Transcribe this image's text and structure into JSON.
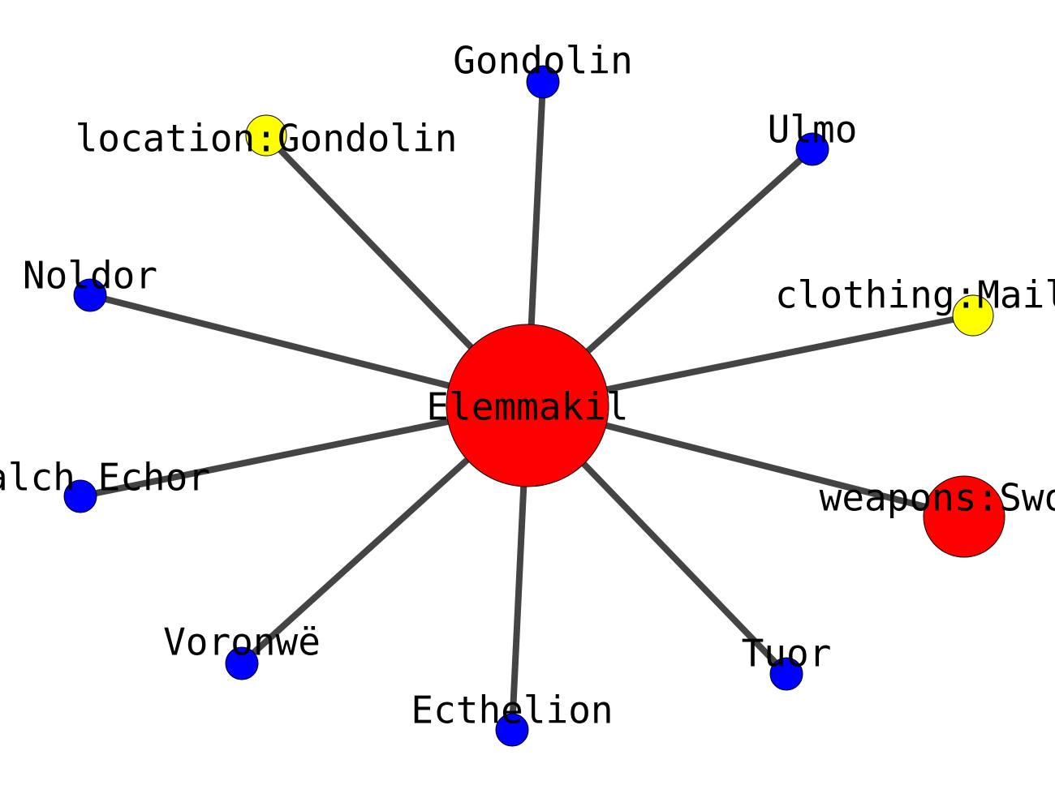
{
  "graph": {
    "center": {
      "id": "Elemmakil",
      "label": "Elemmakil",
      "color": "#ff0000"
    },
    "nodes": [
      {
        "id": "Gondolin",
        "label": "Gondolin",
        "color": "#0000ff"
      },
      {
        "id": "location_gondolin",
        "label": "location:Gondolin",
        "color": "#ffff00"
      },
      {
        "id": "Ulmo",
        "label": "Ulmo",
        "color": "#0000ff"
      },
      {
        "id": "Noldor",
        "label": "Noldor",
        "color": "#0000ff"
      },
      {
        "id": "clothing_mail",
        "label": "clothing:Mail",
        "color": "#ffff00"
      },
      {
        "id": "Glorfalch_Echor",
        "label": "falch Echor",
        "color": "#0000ff"
      },
      {
        "id": "weapons_sword",
        "label": "weapons:Swo",
        "color": "#ff0000"
      },
      {
        "id": "Voronwe",
        "label": "Voronwë",
        "color": "#0000ff"
      },
      {
        "id": "Tuor",
        "label": "Tuor",
        "color": "#0000ff"
      },
      {
        "id": "Ecthelion",
        "label": "Ecthelion",
        "color": "#0000ff"
      }
    ],
    "edges": [
      [
        "Elemmakil",
        "Gondolin"
      ],
      [
        "Elemmakil",
        "location_gondolin"
      ],
      [
        "Elemmakil",
        "Ulmo"
      ],
      [
        "Elemmakil",
        "Noldor"
      ],
      [
        "Elemmakil",
        "clothing_mail"
      ],
      [
        "Elemmakil",
        "Glorfalch_Echor"
      ],
      [
        "Elemmakil",
        "weapons_sword"
      ],
      [
        "Elemmakil",
        "Voronwe"
      ],
      [
        "Elemmakil",
        "Tuor"
      ],
      [
        "Elemmakil",
        "Ecthelion"
      ]
    ],
    "edge_color": "#444444"
  }
}
